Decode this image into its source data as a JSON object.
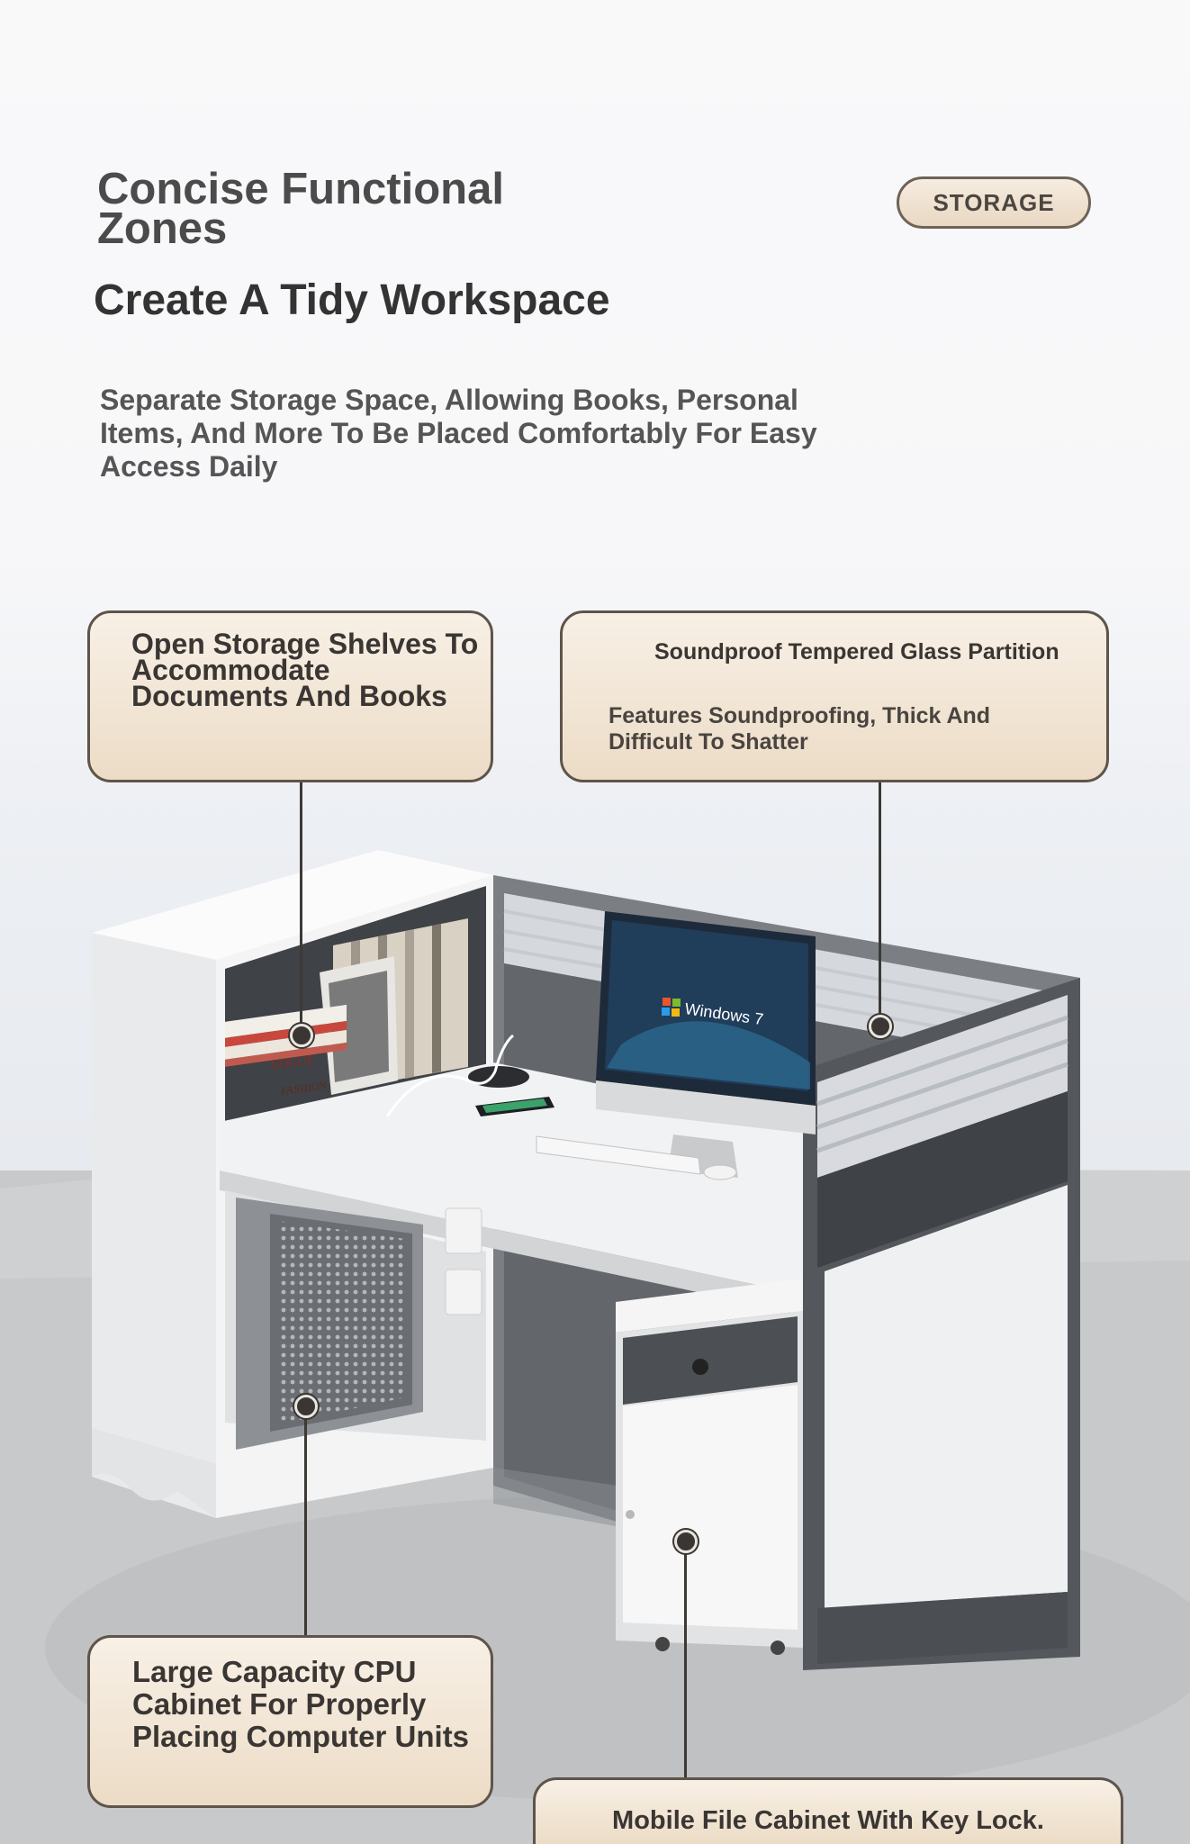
{
  "header": {
    "title": "Concise Functional Zones",
    "subtitle": "Create A Tidy Workspace",
    "description": "Separate Storage Space, Allowing Books, Personal Items, And More To Be Placed Comfortably For Easy Access Daily",
    "badge": "STORAGE"
  },
  "callouts": {
    "shelves": "Open Storage Shelves To Accommodate Documents And Books",
    "glass_title": "Soundproof Tempered Glass Partition",
    "glass_desc": "Features Soundproofing, Thick And Difficult To Shatter",
    "cpu": "Large Capacity CPU Cabinet For Properly Placing Computer Units",
    "cabinet": "Mobile File Cabinet With Key Lock."
  },
  "product": {
    "monitor_text": "Windows 7",
    "book_labels": [
      "VOGUE",
      "FASHION"
    ]
  },
  "colors": {
    "callout_bg_top": "#f8f0e6",
    "callout_bg_bottom": "#ecdcc6",
    "callout_border": "#5e544a",
    "frame_gray": "#55595e",
    "desk_white": "#f1f2f3"
  }
}
